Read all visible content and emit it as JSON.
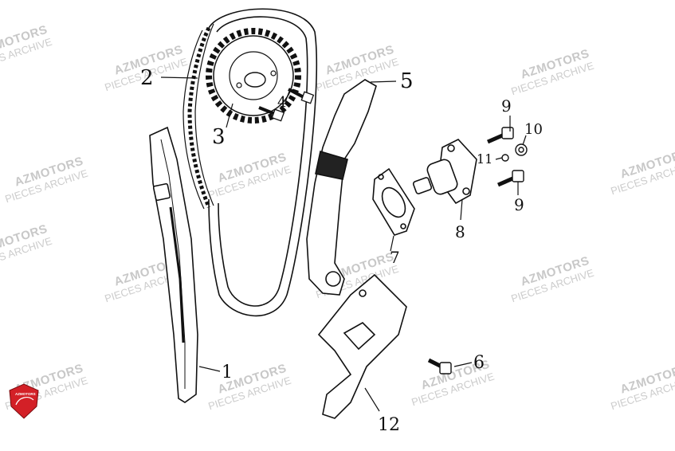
{
  "watermark": {
    "line1": "AZMOTORS",
    "line2": "PIECES ARCHIVE",
    "color": "#c8c8c8"
  },
  "logo": {
    "text": "AZMOTORS",
    "color": "#d32027"
  },
  "callouts": [
    {
      "id": "1",
      "label": "1"
    },
    {
      "id": "2",
      "label": "2"
    },
    {
      "id": "3",
      "label": "3"
    },
    {
      "id": "4",
      "label": "4"
    },
    {
      "id": "5",
      "label": "5"
    },
    {
      "id": "6",
      "label": "6"
    },
    {
      "id": "7",
      "label": "7"
    },
    {
      "id": "8",
      "label": "8"
    },
    {
      "id": "9a",
      "label": "9"
    },
    {
      "id": "9b",
      "label": "9"
    },
    {
      "id": "10",
      "label": "10"
    },
    {
      "id": "11",
      "label": "11"
    },
    {
      "id": "12",
      "label": "12"
    }
  ]
}
